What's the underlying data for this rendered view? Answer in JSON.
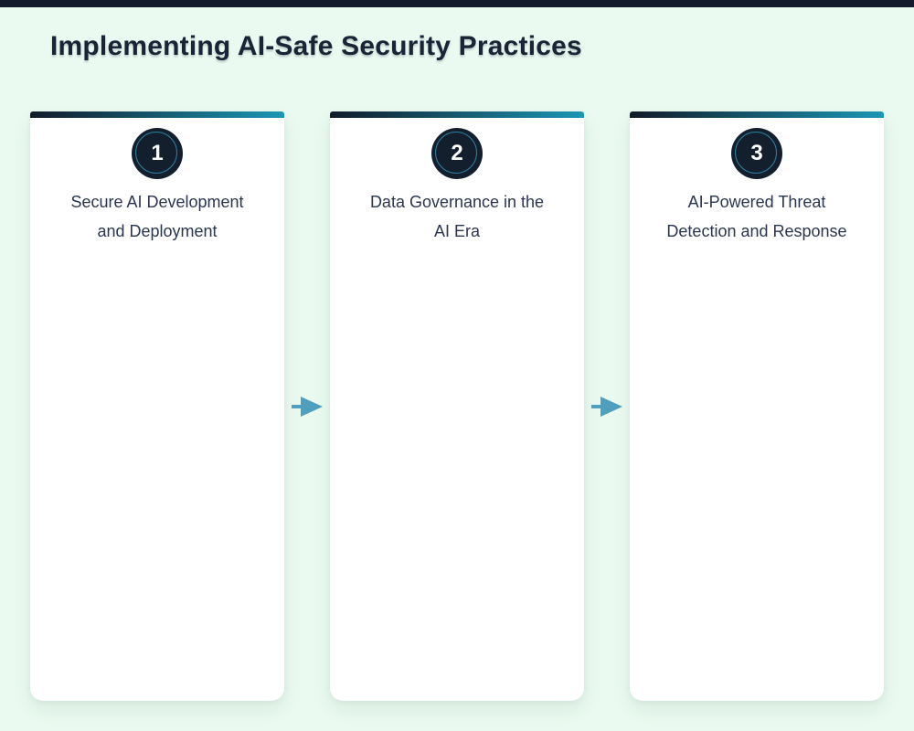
{
  "page": {
    "title": "Implementing AI-Safe Security Practices"
  },
  "colors": {
    "background": "#eafaf0",
    "top_bar": "#131a2b",
    "card_bar_start": "#111b29",
    "card_bar_end": "#1b97b4",
    "badge_background": "#141f2e",
    "badge_ring": "#2d7e9e",
    "title_text": "#1b2437",
    "card_text": "#2a3550",
    "arrow": "#4f9fbf"
  },
  "steps": [
    {
      "number": "1",
      "title": "Secure AI Development and Deployment",
      "lines": [
        "Secure AI Development",
        "and Deployment"
      ]
    },
    {
      "number": "2",
      "title": "Data Governance in the AI Era",
      "lines": [
        "Data Governance in the",
        "AI Era"
      ]
    },
    {
      "number": "3",
      "title": "AI-Powered Threat Detection and Response",
      "lines": [
        "AI-Powered Threat",
        "Detection and Response"
      ]
    }
  ]
}
